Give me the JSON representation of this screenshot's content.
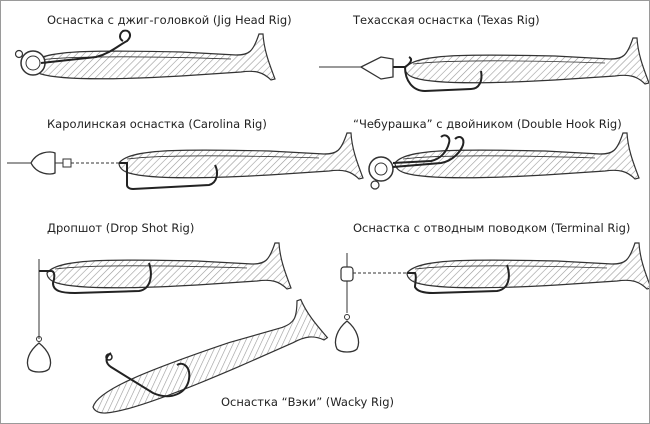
{
  "rigs": {
    "jig_head": "Оснастка с джиг-головкой (Jig Head Rig)",
    "texas": "Техасская оснастка (Texas Rig)",
    "carolina": "Каролинская оснастка (Carolina Rig)",
    "double_hook": "“Чебурашка” с двойником (Double Hook Rig)",
    "drop_shot": "Дропшот (Drop Shot Rig)",
    "terminal": "Оснастка с отводным поводком (Terminal Rig)",
    "wacky": "Оснастка “Вэки” (Wacky Rig)"
  },
  "colors": {
    "line": "#333333",
    "hatch": "#9a9a9a",
    "background": "#ffffff",
    "border": "#9a9a9a"
  }
}
